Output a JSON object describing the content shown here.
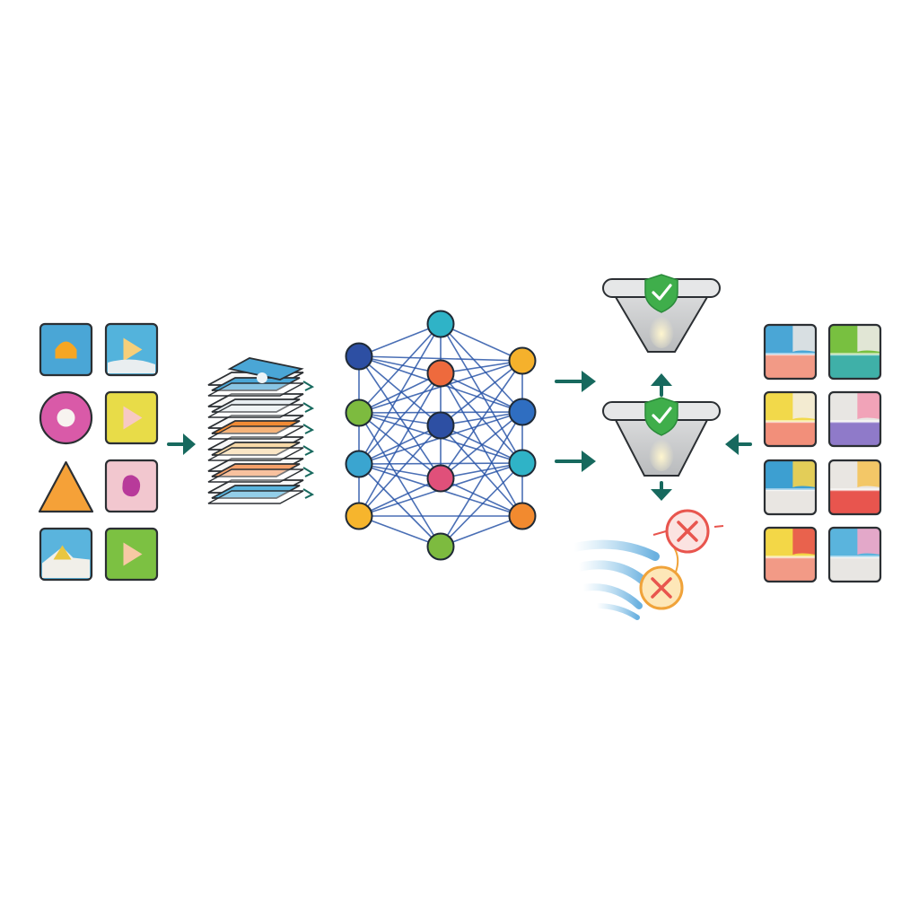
{
  "colors": {
    "arrow": "#17695e",
    "edge": "#2a56a8",
    "tile_border": "#2b2f33",
    "shield": "#3fae4b",
    "reject_ring": "#e8554e",
    "reject_ring_alt": "#f0a33a"
  },
  "input_tiles": [
    {
      "name": "input-tile-arch",
      "shape": "square",
      "bg": "#4aa6d6",
      "glyph": "arch",
      "glyph_color": "#f5a623"
    },
    {
      "name": "input-tile-play-blue",
      "shape": "square",
      "bg": "#53b3dc",
      "glyph": "play",
      "glyph_color": "#f6cf7a"
    },
    {
      "name": "input-tile-donut",
      "shape": "circle",
      "bg": "#d95aa8",
      "glyph": "dot",
      "glyph_color": "#f7f3f0"
    },
    {
      "name": "input-tile-play-yellow",
      "shape": "square",
      "bg": "#e8dc48",
      "glyph": "play",
      "glyph_color": "#f7c9c4"
    },
    {
      "name": "input-tile-triangle",
      "shape": "triangle",
      "bg": "#f5a138",
      "glyph": "none",
      "glyph_color": ""
    },
    {
      "name": "input-tile-blob",
      "shape": "square",
      "bg": "#f2c7cf",
      "glyph": "blob",
      "glyph_color": "#b83a9a"
    },
    {
      "name": "input-tile-landscape",
      "shape": "square",
      "bg": "#5ab4dd",
      "glyph": "mountain",
      "glyph_color": "#e8c640"
    },
    {
      "name": "input-tile-play-green",
      "shape": "square",
      "bg": "#7cc142",
      "glyph": "play",
      "glyph_color": "#f7c9a4"
    }
  ],
  "stack_layers": [
    "#4aa6d6",
    "#e8eef2",
    "#f08a34",
    "#f7d9a8",
    "#f5a06a",
    "#5ab4dd"
  ],
  "network_nodes": [
    {
      "id": "n0",
      "color": "#2fb3c7"
    },
    {
      "id": "n1",
      "color": "#2d4fa3"
    },
    {
      "id": "n2",
      "color": "#ee6a3d"
    },
    {
      "id": "n3",
      "color": "#f5b12c"
    },
    {
      "id": "n4",
      "color": "#7dbb3f"
    },
    {
      "id": "n5",
      "color": "#2d4fa3"
    },
    {
      "id": "n6",
      "color": "#2f6ec1"
    },
    {
      "id": "n7",
      "color": "#3aa5d0"
    },
    {
      "id": "n8",
      "color": "#e0507a"
    },
    {
      "id": "n9",
      "color": "#2fb3c7"
    },
    {
      "id": "n10",
      "color": "#f6b52d"
    },
    {
      "id": "n11",
      "color": "#f28a2f"
    },
    {
      "id": "n12",
      "color": "#7dbb3f"
    }
  ],
  "output_tiles": [
    {
      "name": "output-tile-1",
      "colors": [
        "#4aa6d6",
        "#f29a86",
        "#e8e6e3"
      ]
    },
    {
      "name": "output-tile-2",
      "colors": [
        "#78c040",
        "#3fb0a8",
        "#eceae6"
      ]
    },
    {
      "name": "output-tile-3",
      "colors": [
        "#f2d94a",
        "#f28f7a",
        "#f3ece0"
      ]
    },
    {
      "name": "output-tile-4",
      "colors": [
        "#e8e6e3",
        "#8f7ac9",
        "#f29bb2"
      ]
    },
    {
      "name": "output-tile-5",
      "colors": [
        "#3d9fd1",
        "#e9e6e2",
        "#f5d24a"
      ]
    },
    {
      "name": "output-tile-6",
      "colors": [
        "#e9e6e2",
        "#e8554e",
        "#f4c35a"
      ]
    },
    {
      "name": "output-tile-7",
      "colors": [
        "#f3d747",
        "#f29a86",
        "#e8554e"
      ]
    },
    {
      "name": "output-tile-8",
      "colors": [
        "#5ab4dd",
        "#e8e6e3",
        "#f2a6c6"
      ]
    }
  ]
}
